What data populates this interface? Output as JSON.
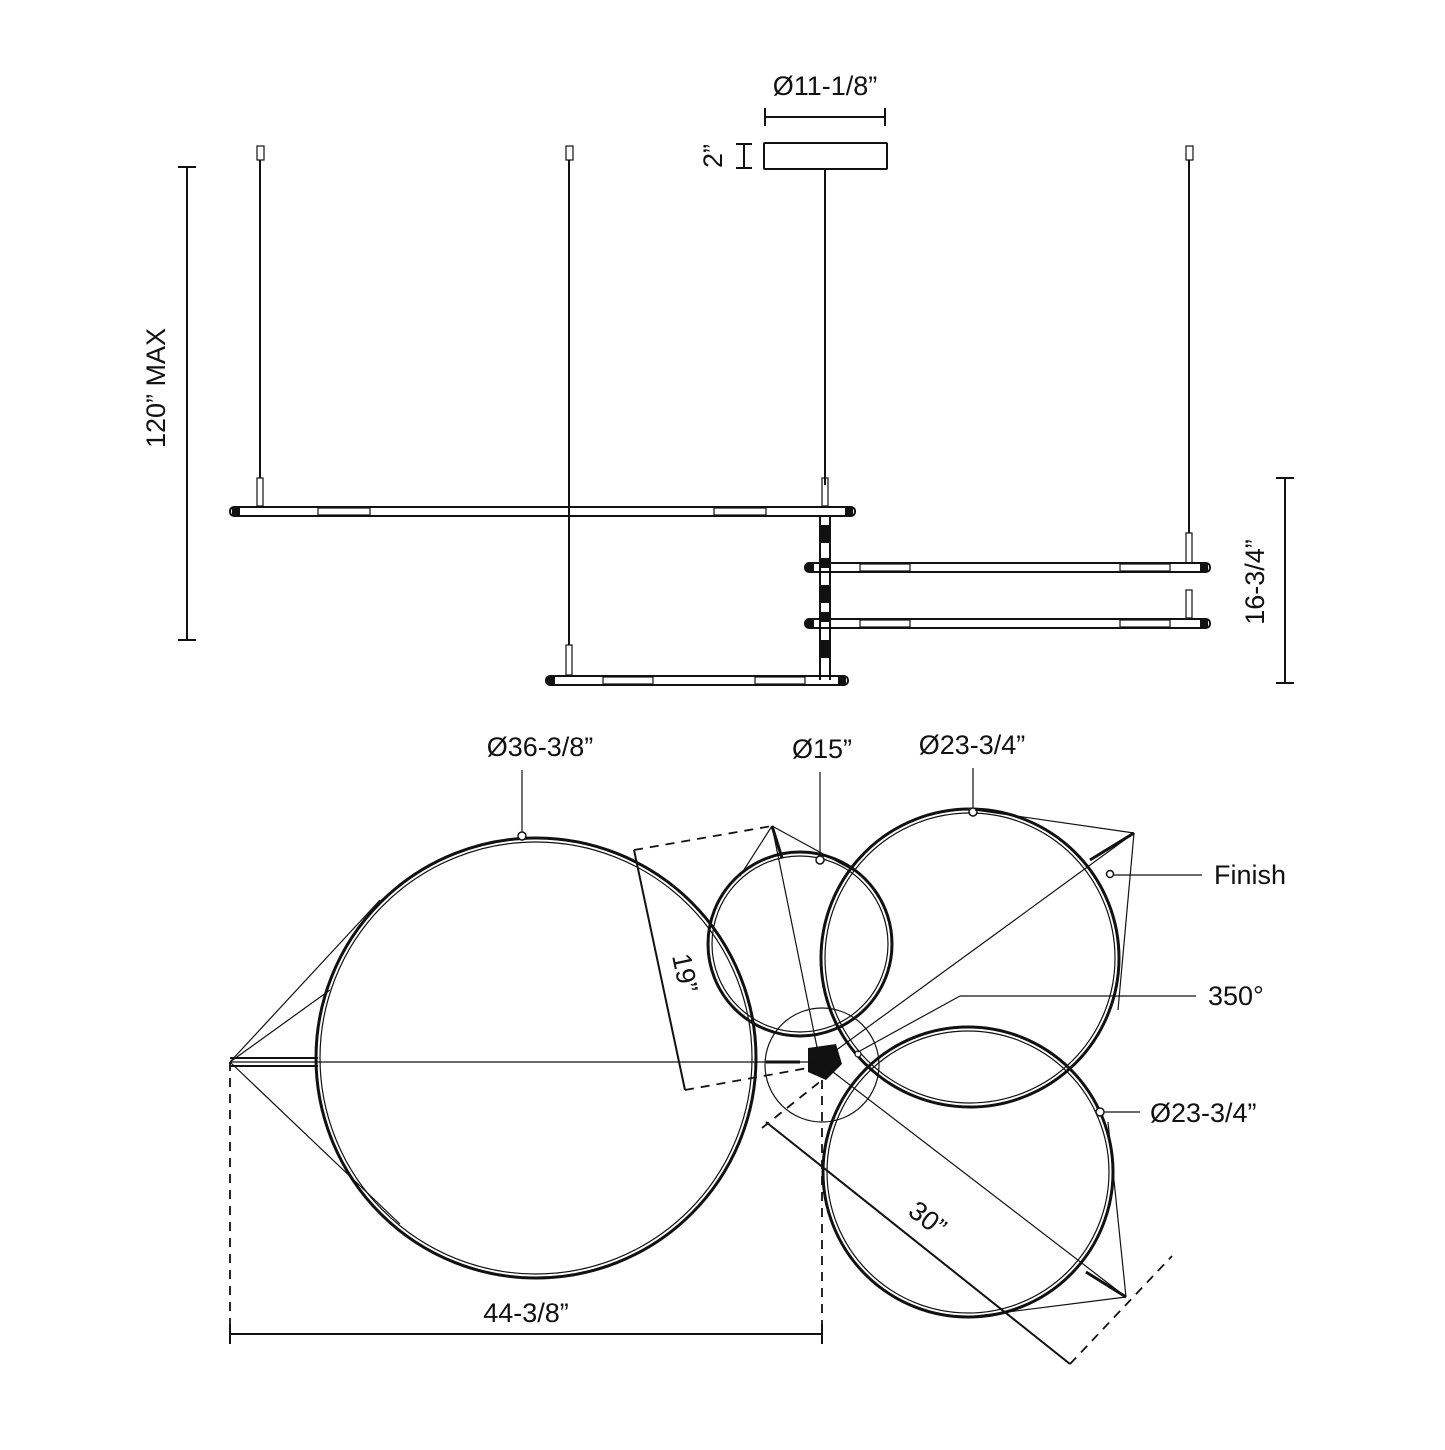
{
  "dimensions": {
    "canopy_diameter": "Ø11-1/8”",
    "canopy_height": "2”",
    "overall_height": "120” MAX",
    "tier_spacing": "16-3/4”",
    "ring_large": "Ø36-3/8”",
    "ring_small": "Ø15”",
    "ring_medium_top": "Ø23-3/4”",
    "ring_medium_bottom": "Ø23-3/4”",
    "depth": "19”",
    "width": "44-3/8”",
    "diagonal": "30”",
    "rotation": "350°"
  },
  "callouts": {
    "finish": "Finish"
  },
  "colors": {
    "line": "#111111",
    "background": "#ffffff"
  }
}
